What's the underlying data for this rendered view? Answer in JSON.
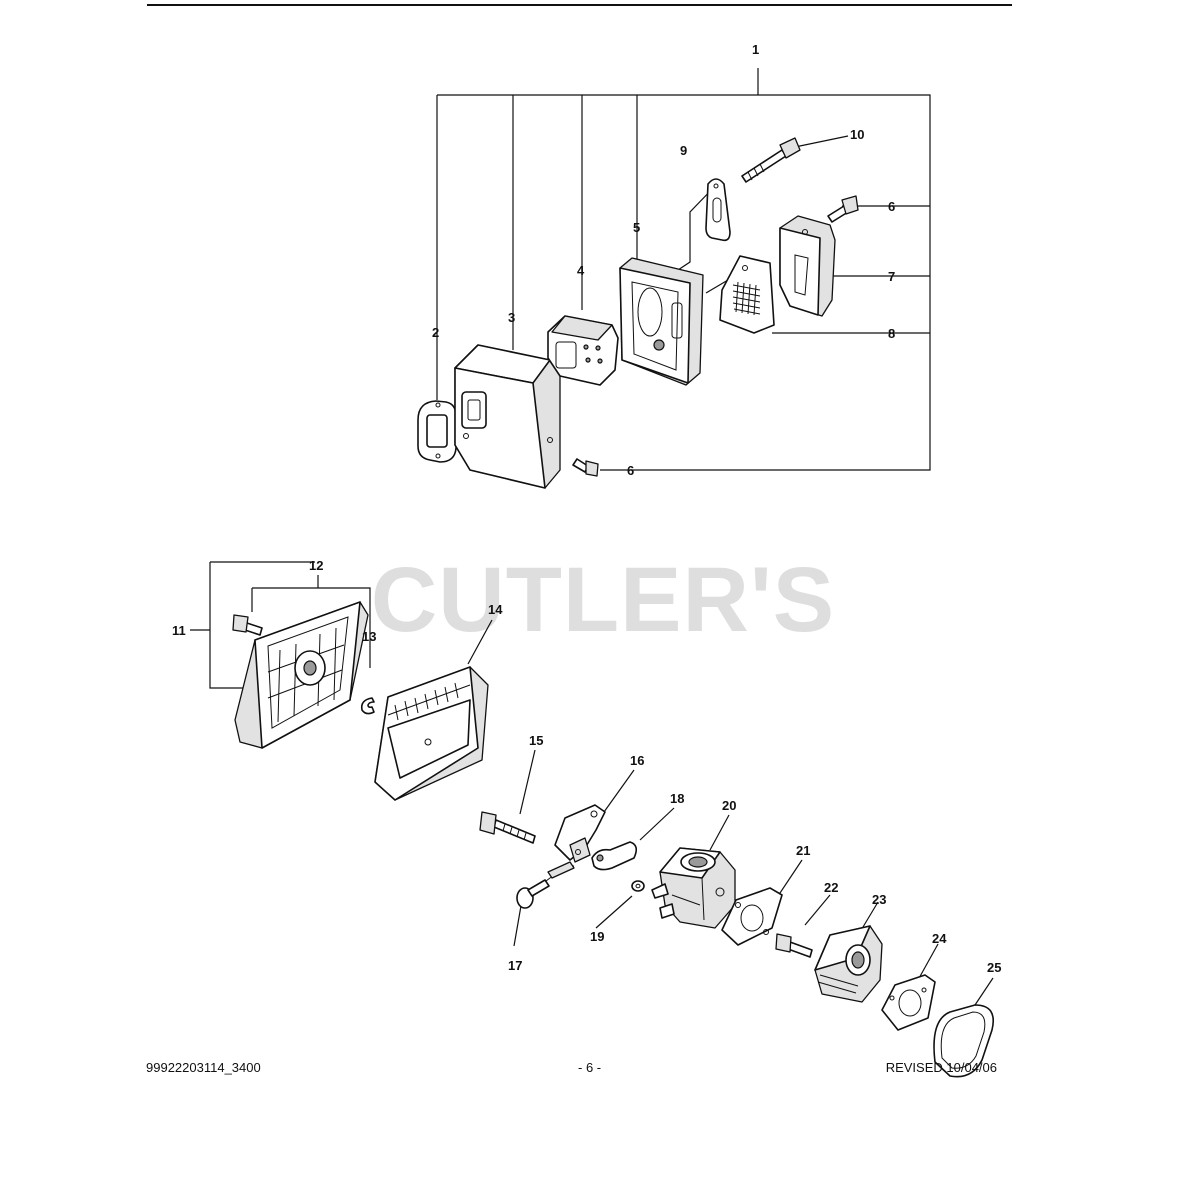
{
  "watermark": "CUTLER'S",
  "footer": {
    "doc_number": "99922203114_3400",
    "page": "- 6 -",
    "revised": "REVISED 10/04/06"
  },
  "callouts": {
    "c1": "1",
    "c2": "2",
    "c3": "3",
    "c4": "4",
    "c5": "5",
    "c6a": "6",
    "c6b": "6",
    "c7": "7",
    "c8": "8",
    "c9": "9",
    "c10": "10",
    "c11": "11",
    "c12": "12",
    "c13": "13",
    "c14": "14",
    "c15": "15",
    "c16": "16",
    "c17": "17",
    "c18": "18",
    "c19": "19",
    "c20": "20",
    "c21": "21",
    "c22": "22",
    "c23": "23",
    "c24": "24",
    "c25": "25"
  }
}
